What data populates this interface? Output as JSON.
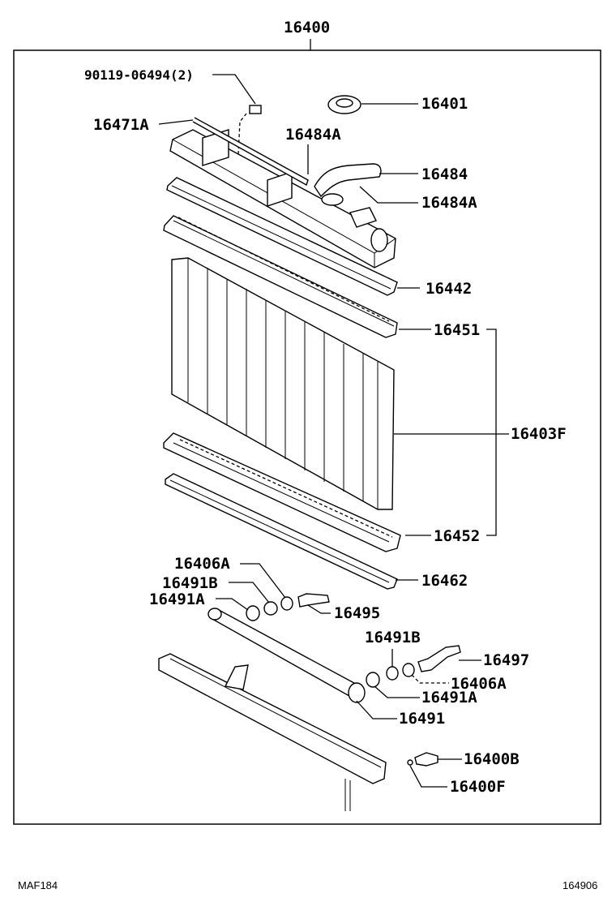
{
  "labels": {
    "assembly": "16400",
    "bolt": "90119-06494(2)",
    "cap": "16401",
    "rod": "16471A",
    "clamp_upper": "16484A",
    "hose": "16484",
    "clamp_lower": "16484A",
    "upper_gasket": "16442",
    "upper_plate": "16451",
    "core": "16403F",
    "lower_plate": "16452",
    "lower_gasket": "16462",
    "nut_left": "16406A",
    "washer_b_left": "16491B",
    "oring_left": "16491A",
    "union_left": "16495",
    "washer_b_right": "16491B",
    "union_right": "16497",
    "nut_right": "16406A",
    "oring_right": "16491A",
    "cooler": "16491",
    "drain_cock": "16400B",
    "drain_plug": "16400F"
  },
  "footer": {
    "left_code": "MAF184",
    "right_code": "164906"
  }
}
